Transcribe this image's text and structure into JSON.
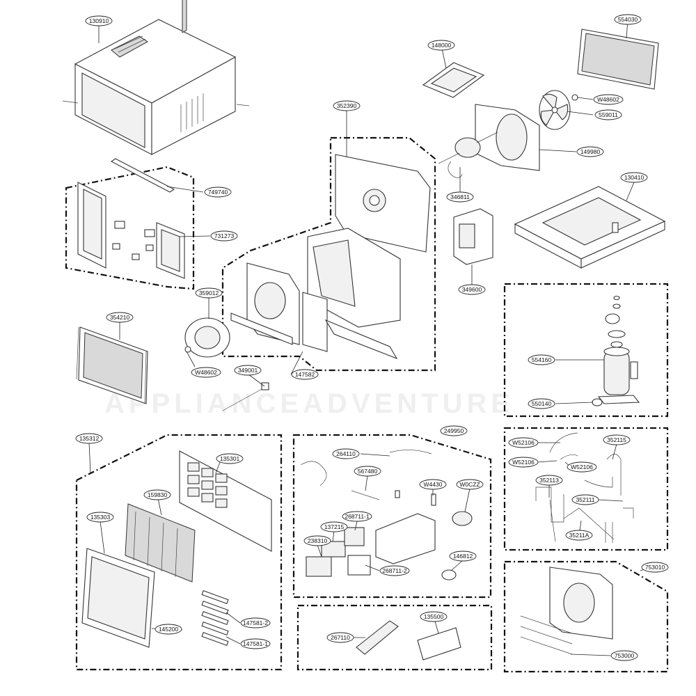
{
  "diagram": {
    "watermark": "APPLIANCEADVENTURE",
    "parts": [
      {
        "id": "p130910",
        "label": "130910"
      },
      {
        "id": "p148000",
        "label": "148000"
      },
      {
        "id": "p554030",
        "label": "554030"
      },
      {
        "id": "p352390",
        "label": "352390"
      },
      {
        "id": "pW48602a",
        "label": "W48602"
      },
      {
        "id": "p559011",
        "label": "559011"
      },
      {
        "id": "p149980",
        "label": "149980"
      },
      {
        "id": "p749740",
        "label": "749740"
      },
      {
        "id": "p346811",
        "label": "346811"
      },
      {
        "id": "p130410",
        "label": "130410"
      },
      {
        "id": "p731273",
        "label": "731273"
      },
      {
        "id": "p349600",
        "label": "349600"
      },
      {
        "id": "p359012",
        "label": "359012"
      },
      {
        "id": "p354210",
        "label": "354210"
      },
      {
        "id": "p554160",
        "label": "554160"
      },
      {
        "id": "pW48602b",
        "label": "W48602"
      },
      {
        "id": "p349001",
        "label": "349001"
      },
      {
        "id": "p147582",
        "label": "147582"
      },
      {
        "id": "p550140",
        "label": "550140"
      },
      {
        "id": "p135312",
        "label": "135312"
      },
      {
        "id": "p249950",
        "label": "249950"
      },
      {
        "id": "pW52106a",
        "label": "W52106"
      },
      {
        "id": "p352115",
        "label": "352115"
      },
      {
        "id": "p135301",
        "label": "135301"
      },
      {
        "id": "p264110",
        "label": "264110"
      },
      {
        "id": "pW52106b",
        "label": "W52106"
      },
      {
        "id": "pW52106c",
        "label": "W52106"
      },
      {
        "id": "p567480",
        "label": "567480"
      },
      {
        "id": "p352113",
        "label": "352113"
      },
      {
        "id": "p159830",
        "label": "159830"
      },
      {
        "id": "pW4430",
        "label": "W4430"
      },
      {
        "id": "pW0CZZ",
        "label": "W0CZZ"
      },
      {
        "id": "p352111",
        "label": "352111"
      },
      {
        "id": "p135303",
        "label": "135303"
      },
      {
        "id": "p268711_1",
        "label": "268711-1"
      },
      {
        "id": "p137215",
        "label": "137215"
      },
      {
        "id": "p238310",
        "label": "238310"
      },
      {
        "id": "p35211A",
        "label": "35211A"
      },
      {
        "id": "p146812",
        "label": "146812"
      },
      {
        "id": "p268711_2",
        "label": "268711-2"
      },
      {
        "id": "p753010",
        "label": "753010"
      },
      {
        "id": "p147581_2",
        "label": "147581-2"
      },
      {
        "id": "p145200",
        "label": "145200"
      },
      {
        "id": "p267110",
        "label": "267110"
      },
      {
        "id": "p135500",
        "label": "135500"
      },
      {
        "id": "p147581_1",
        "label": "147581-1"
      },
      {
        "id": "p753000",
        "label": "753000"
      }
    ]
  }
}
